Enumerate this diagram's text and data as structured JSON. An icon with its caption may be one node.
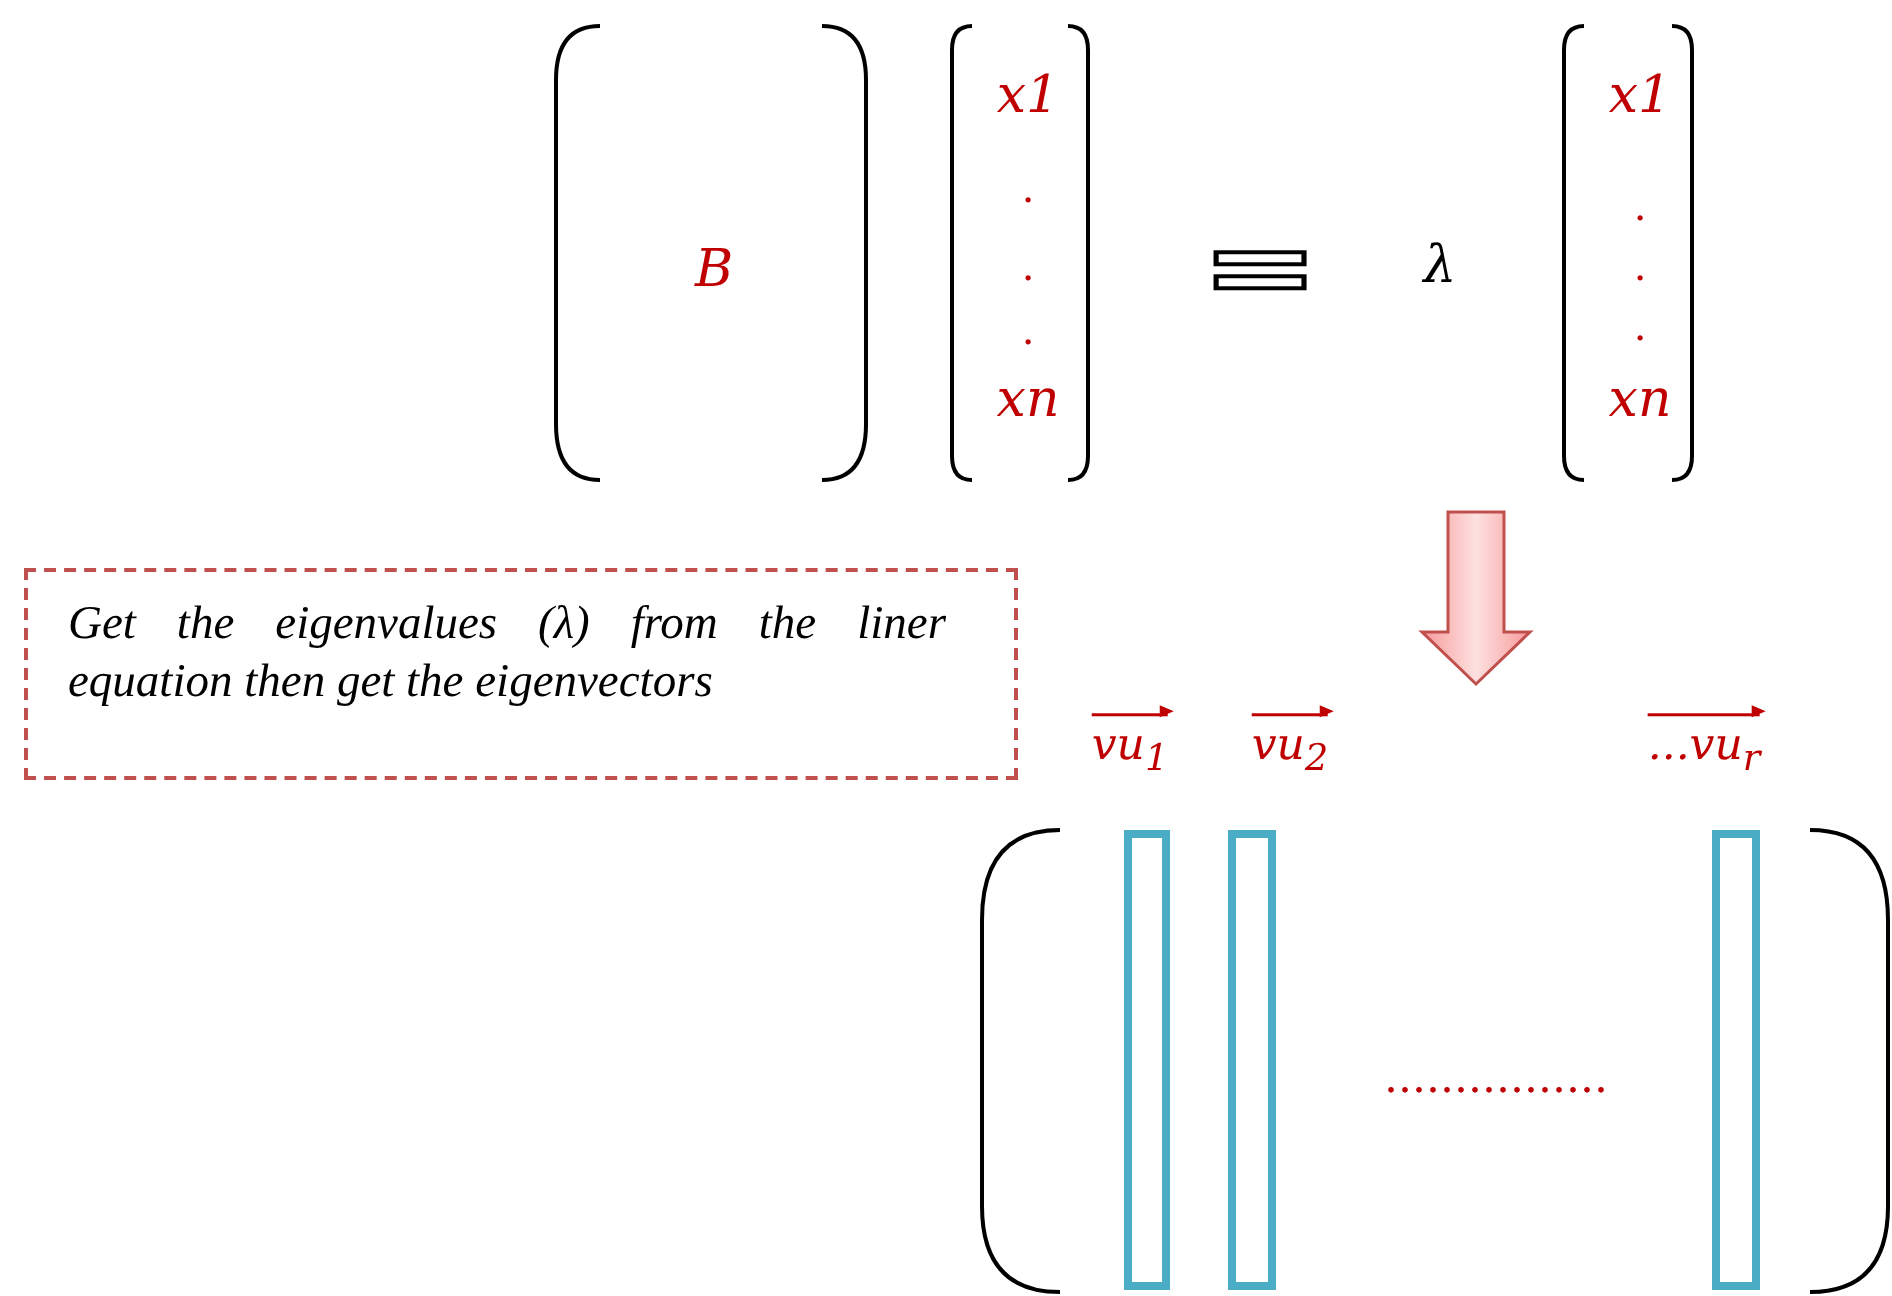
{
  "diagram": {
    "nodes": [
      {
        "text": [
          "Get the eigenvalues (λ) from the liner equation then get the eigenvectors"
        ]
      },
      {
        "text": [],
        "shape": "bar"
      },
      {
        "text": [],
        "shape": "bar"
      },
      {
        "text": [],
        "shape": "bar"
      }
    ],
    "labels": [
      "B",
      "x1",
      ".",
      ".",
      ".",
      "xn",
      "=",
      "λ",
      "x1",
      ".",
      ".",
      ".",
      "xn",
      "vu$_{1}$",
      "vu$_{2}$",
      "...vu$_{r}$",
      "................"
    ]
  }
}
